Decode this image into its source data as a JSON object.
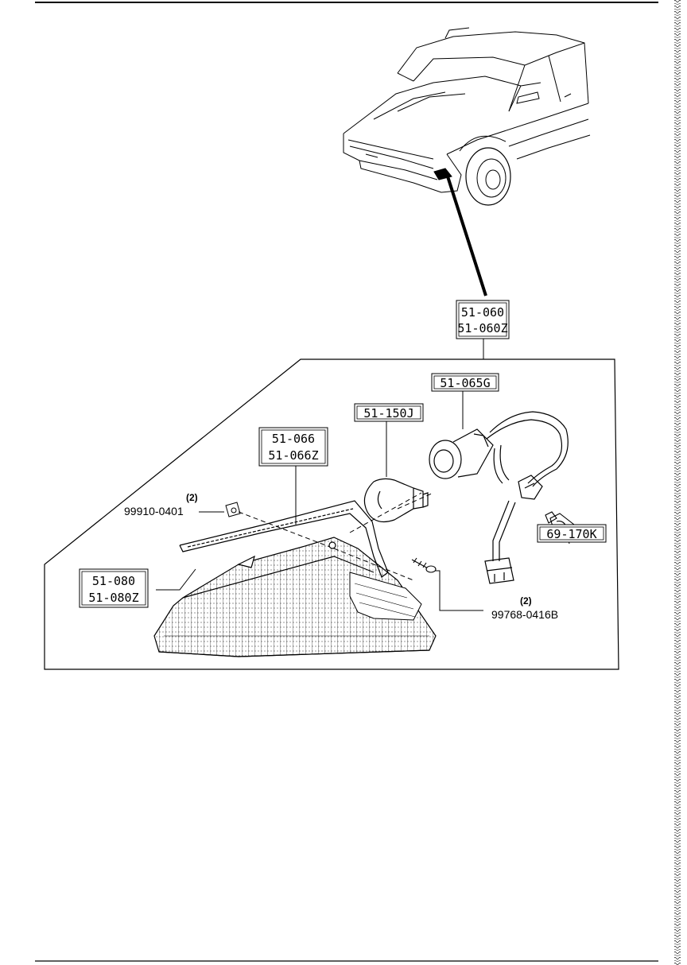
{
  "diagram": {
    "assembly_labels": [
      "51-060",
      "51-060Z"
    ],
    "socket_label": "51-065G",
    "bulb_label": "51-150J",
    "gasket_labels": [
      "51-066",
      "51-066Z"
    ],
    "lens_labels": [
      "51-080",
      "51-080Z"
    ],
    "side_bulb_label": "69-170K",
    "clip_part": "99910-0401",
    "clip_qty": "(2)",
    "screw_part": "99768-0416B",
    "screw_qty": "(2)"
  }
}
